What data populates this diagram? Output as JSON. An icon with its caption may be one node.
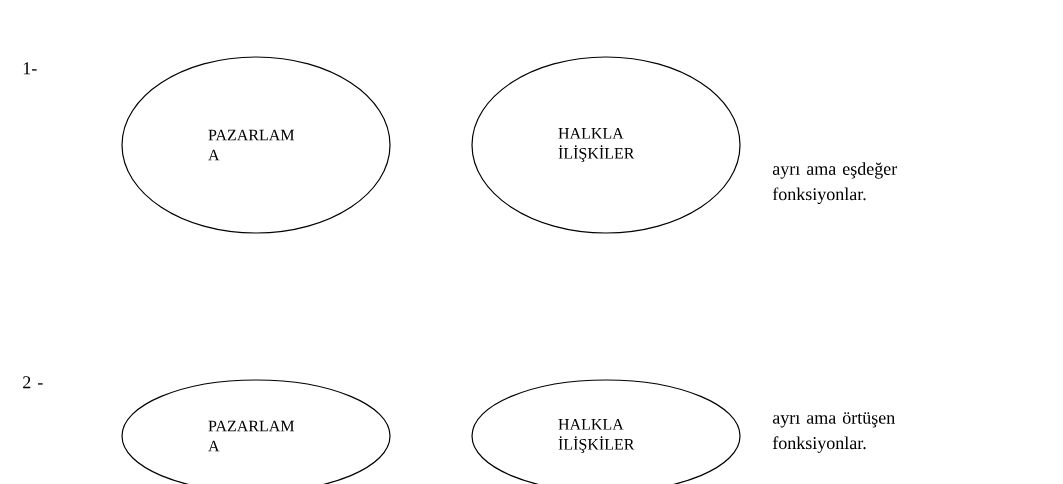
{
  "diagram": {
    "nodes": [
      {
        "text": [
          "PAZARLAM A"
        ]
      },
      {
        "text": [
          "HALKLA İLİŞKİLER"
        ]
      },
      {
        "text": [
          "PAZARLAM A"
        ]
      },
      {
        "text": [
          "HALKLA İLİŞKİLER"
        ]
      }
    ],
    "labels": [
      "1-",
      "ayrı ama eşdeğer fonksiyonlar.",
      "2 -",
      "ayrı ama örtüşen fonksiyonlar."
    ]
  }
}
